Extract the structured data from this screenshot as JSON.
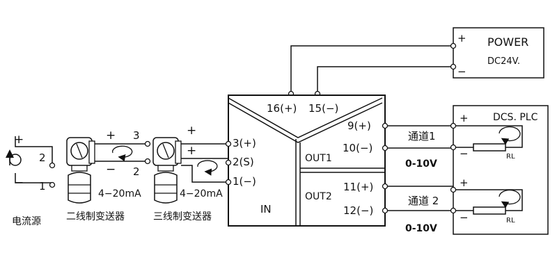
{
  "power": {
    "title": "POWER",
    "voltage": "DC24V.",
    "plus": "+",
    "minus": "−"
  },
  "module": {
    "power_in_pos": "16(+)",
    "power_in_neg": "15(−)",
    "in_label": "IN",
    "in_terminals": [
      "3(+)",
      "2(S)",
      "1(−)"
    ],
    "out1_label": "OUT1",
    "out1_terminals": [
      "9(+)",
      "10(−)"
    ],
    "out2_label": "OUT2",
    "out2_terminals": [
      "11(+)",
      "12(−)"
    ]
  },
  "dcs": {
    "title": "DCS. PLC",
    "channel1": "通道1",
    "channel2": "通道 2",
    "range1": "0-10V",
    "range2": "0-10V",
    "resistor1": "RL",
    "resistor2": "RL",
    "plus": "+",
    "minus": "−"
  },
  "sources": {
    "current_source": "电流源",
    "two_wire": "二线制变送器",
    "three_wire": "三线制变送器",
    "two_wire_signal": "4−20mA",
    "three_wire_signal": "4−20mA"
  },
  "markers": {
    "cs_plus": "+",
    "cs_minus": "−",
    "cs_2": "2",
    "cs_1": "1",
    "tw_plus": "+",
    "tw_3": "3",
    "tw_minus": "−",
    "tw_2": "2",
    "thw_plus1": "+",
    "thw_plus2": "+"
  },
  "colors": {
    "line": "#1a1a1a",
    "background": "#ffffff"
  }
}
